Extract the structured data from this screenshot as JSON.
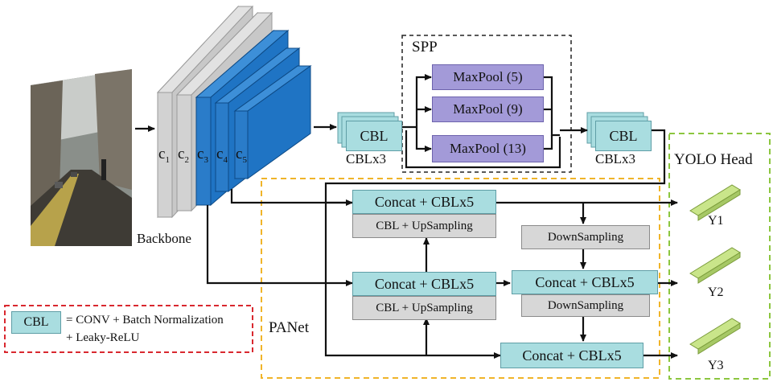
{
  "labels": {
    "backbone": "Backbone",
    "spp": "SPP",
    "panet": "PANet",
    "yolo_head": "YOLO Head",
    "cbl_left": "CBL",
    "cbl_left_sub": "CBLx3",
    "cbl_right": "CBL",
    "cbl_right_sub": "CBLx3"
  },
  "layers": [
    {
      "letter": "c",
      "index": "1"
    },
    {
      "letter": "c",
      "index": "2"
    },
    {
      "letter": "c",
      "index": "3"
    },
    {
      "letter": "c",
      "index": "4"
    },
    {
      "letter": "c",
      "index": "5"
    }
  ],
  "maxpool": [
    "MaxPool (5)",
    "MaxPool (9)",
    "MaxPool (13)"
  ],
  "panet_boxes": {
    "concat_top": "Concat + CBLx5",
    "upsample_top": "CBL + UpSampling",
    "downsample_top": "DownSampling",
    "concat_mid_left": "Concat + CBLx5",
    "upsample_mid": "CBL + UpSampling",
    "concat_mid_right": "Concat + CBLx5",
    "downsample_mid": "DownSampling",
    "concat_bottom": "Concat + CBLx5"
  },
  "outputs": [
    "Y1",
    "Y2",
    "Y3"
  ],
  "legend": {
    "key": "CBL",
    "line1": "= CONV + Batch Normalization",
    "line2": "+ Leaky-ReLU"
  },
  "colors": {
    "blue_layer": "#1f74c4",
    "gray_layer": "#c8c8c8",
    "teal_box": "#a9dde0",
    "purple_box": "#a39ad8",
    "gray_box": "#d7d7d7",
    "panet_border": "#f0b429",
    "yolo_border": "#8cc63f",
    "legend_border": "#d9282f",
    "head_bar": "#c9e58a"
  }
}
